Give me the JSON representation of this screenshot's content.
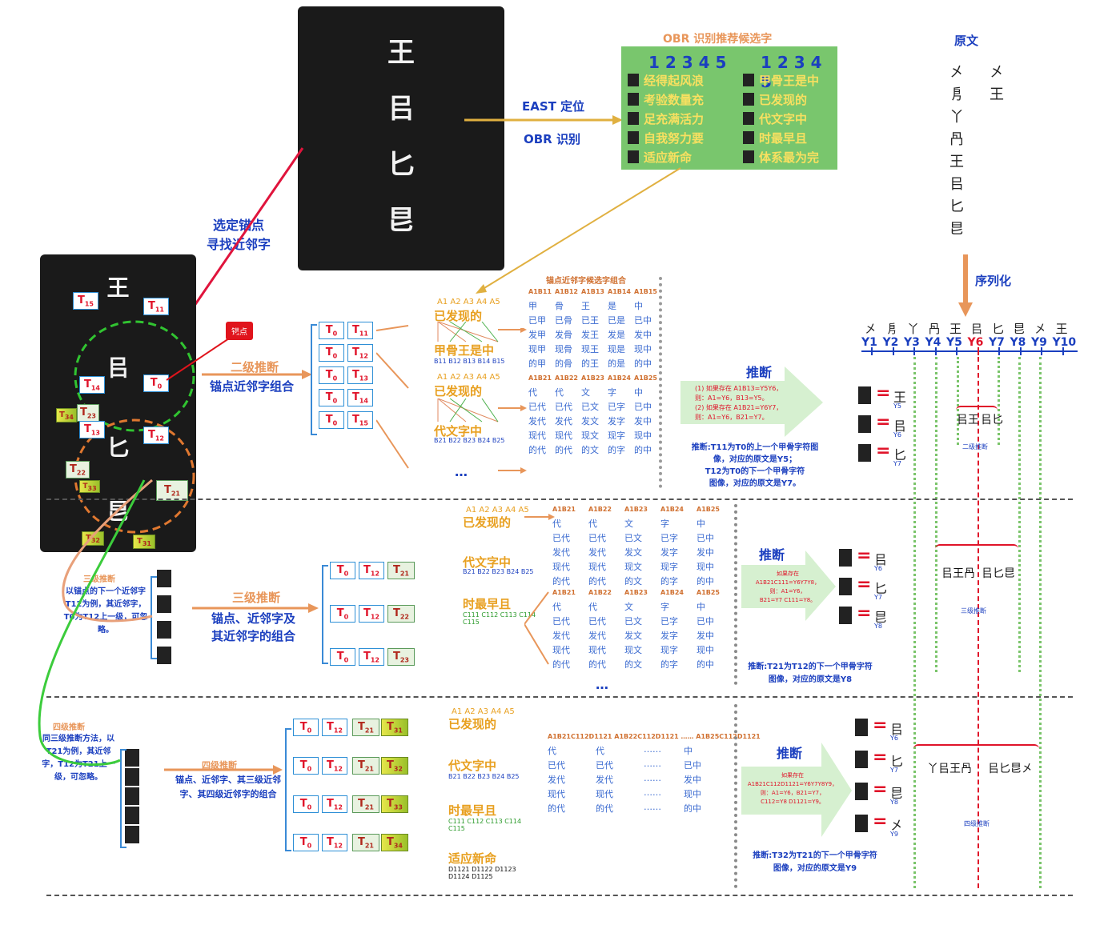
{
  "top": {
    "obr_title": "OBR  识别推荐候选字",
    "east": "EAST 定位",
    "obr": "OBR  识别",
    "numbers": "1 2 3 4 5",
    "left_rows": [
      "经得起风浪",
      "考验数量充",
      "足充满活力",
      "自我努力要",
      "适应新命"
    ],
    "right_rows": [
      "甲骨王是中",
      "已发现的",
      "代文字中",
      "时最早且",
      "体系最为完"
    ],
    "select_anchor": "选定锚点",
    "find_neighbor": "寻找近邻字",
    "anchor_tag": "锚点"
  },
  "original": {
    "title": "原文",
    "glyphs_left": [
      "㐅",
      "㐆",
      "丫",
      "冎",
      "王",
      "㠯",
      "匕",
      "㫐"
    ],
    "glyphs_right": [
      "㐅",
      "王"
    ],
    "serialize": "序列化"
  },
  "sequence": {
    "glyphs": [
      "㐅",
      "㐆",
      "丫",
      "冎",
      "王",
      "㠯",
      "匕",
      "㫐",
      "㐅",
      "王"
    ],
    "labels": [
      "Y1",
      "Y2",
      "Y3",
      "Y4",
      "Y5",
      "Y6",
      "Y7",
      "Y8",
      "Y9",
      "Y10"
    ]
  },
  "level2": {
    "title": "二级推断",
    "subtitle": "锚点近邻字组合",
    "pairs": [
      [
        "T0",
        "T11"
      ],
      [
        "T0",
        "T12"
      ],
      [
        "T0",
        "T13"
      ],
      [
        "T0",
        "T14"
      ],
      [
        "T0",
        "T15"
      ]
    ],
    "combo_header": "锚点近邻字候选字组合",
    "row1_cands": "已发现的",
    "row1_second": "甲骨王是中",
    "row2_cands": "已发现的",
    "row2_second": "代文字中",
    "a_labels": "A1 A2 A3 A4 A5",
    "b1_labels": "B11 B12 B13 B14 B15",
    "b2_labels": "B21 B22 B23 B24 B25",
    "grid1_header": [
      "A1B11",
      "A1B12",
      "A1B13",
      "A1B14",
      "A1B15"
    ],
    "grid1": [
      [
        "甲",
        "骨",
        "王",
        "是",
        "中"
      ],
      [
        "已甲",
        "已骨",
        "已王",
        "已是",
        "已中"
      ],
      [
        "发甲",
        "发骨",
        "发王",
        "发是",
        "发中"
      ],
      [
        "现甲",
        "现骨",
        "现王",
        "现是",
        "现中"
      ],
      [
        "的甲",
        "的骨",
        "的王",
        "的是",
        "的中"
      ]
    ],
    "grid2_header": [
      "A1B21",
      "A1B22",
      "A1B23",
      "A1B24",
      "A1B25"
    ],
    "grid2": [
      [
        "代",
        "代",
        "文",
        "字",
        "中"
      ],
      [
        "已代",
        "已代",
        "已文",
        "已字",
        "已中"
      ],
      [
        "发代",
        "发代",
        "发文",
        "发字",
        "发中"
      ],
      [
        "现代",
        "现代",
        "现文",
        "现字",
        "现中"
      ],
      [
        "的代",
        "的代",
        "的文",
        "的字",
        "的中"
      ]
    ],
    "infer_title": "推断",
    "infer_box": [
      "(1) 如果存在 A1B13=Y5Y6，",
      "则：A1=Y6，B13=Y5。",
      "(2) 如果存在 A1B21=Y6Y7，",
      "则：A1=Y6，B21=Y7。"
    ],
    "conclusion": [
      "推断:T11为T0的上一个甲骨字符图",
      "像，对应的原文是Y5；",
      "T12为T0的下一个甲骨字符",
      "图像，对应的原文是Y7。"
    ],
    "results": [
      [
        "王",
        "Y5"
      ],
      [
        "㠯",
        "Y6"
      ],
      [
        "匕",
        "Y7"
      ]
    ],
    "seq_pair": [
      "㠯王",
      "㠯匕"
    ],
    "seq_label": "二级推断"
  },
  "level3": {
    "note_title": "三级推断",
    "note": "以锚点的下一个近邻字T12为例，其近邻字，T0为T12上一级，可忽略。",
    "title": "三级推断",
    "subtitle1": "锚点、近邻字及",
    "subtitle2": "其近邻字的组合",
    "triples": [
      [
        "T0",
        "T12",
        "T21"
      ],
      [
        "T0",
        "T12",
        "T22"
      ],
      [
        "T0",
        "T12",
        "T23"
      ]
    ],
    "cand_rows": [
      "已发现的",
      "代文字中",
      "时最早且"
    ],
    "c_labels": "C111 C112 C113 C114 C115",
    "infer_title": "推断",
    "infer_box": [
      "如果存在",
      "A1B21C111=Y6Y7Y8，",
      "则：A1=Y6，",
      "B21=Y7 C111=Y8。"
    ],
    "conclusion": [
      "推断:T21为T12的下一个甲骨字符",
      "图像，对应的原文是Y8"
    ],
    "results": [
      [
        "㠯",
        "Y6"
      ],
      [
        "匕",
        "Y7"
      ],
      [
        "㫐",
        "Y8"
      ]
    ],
    "seq_pair": [
      "㠯王冎",
      "㠯匕㫐"
    ],
    "seq_label": "三级推断"
  },
  "level4": {
    "note_title": "四级推断",
    "note": "同三级推断方法，以T21为例，其近邻字，T12为T21上一级，可忽略。",
    "title": "四级推断",
    "subtitle": "锚点、近邻字、其三级近邻字、其四级近邻字的组合",
    "quads": [
      [
        "T0",
        "T12",
        "T21",
        "T31"
      ],
      [
        "T0",
        "T12",
        "T21",
        "T32"
      ],
      [
        "T0",
        "T12",
        "T21",
        "T33"
      ],
      [
        "T0",
        "T12",
        "T21",
        "T34"
      ]
    ],
    "cand_rows": [
      "已发现的",
      "代文字中",
      "时最早且",
      "适应新命"
    ],
    "d_labels": "D1121 D1122 D1123 D1124 D1125",
    "grid_header": "A1B21C112D1121  A1B22C112D1121 ……  A1B25C112D1121",
    "infer_title": "推断",
    "infer_box": [
      "如果存在",
      "A1B21C112D1121=Y6Y7Y8Y9，",
      "则：A1=Y6，B21=Y7，",
      "C112=Y8 D1121=Y9。"
    ],
    "conclusion": [
      "推断:T32为T21的下一个甲骨字符",
      "图像，对应的原文是Y9"
    ],
    "results": [
      [
        "㠯",
        "Y6"
      ],
      [
        "匕",
        "Y7"
      ],
      [
        "㫐",
        "Y8"
      ],
      [
        "㐅",
        "Y9"
      ]
    ],
    "seq_pair": [
      "丫㠯王冎",
      "㠯匕㫐㐅"
    ],
    "seq_label": "四级推断"
  },
  "colors": {
    "blue": "#1b3fbf",
    "orange": "#e8965a",
    "red": "#e0142a",
    "green": "#79c66d",
    "gold": "#e8a020"
  }
}
